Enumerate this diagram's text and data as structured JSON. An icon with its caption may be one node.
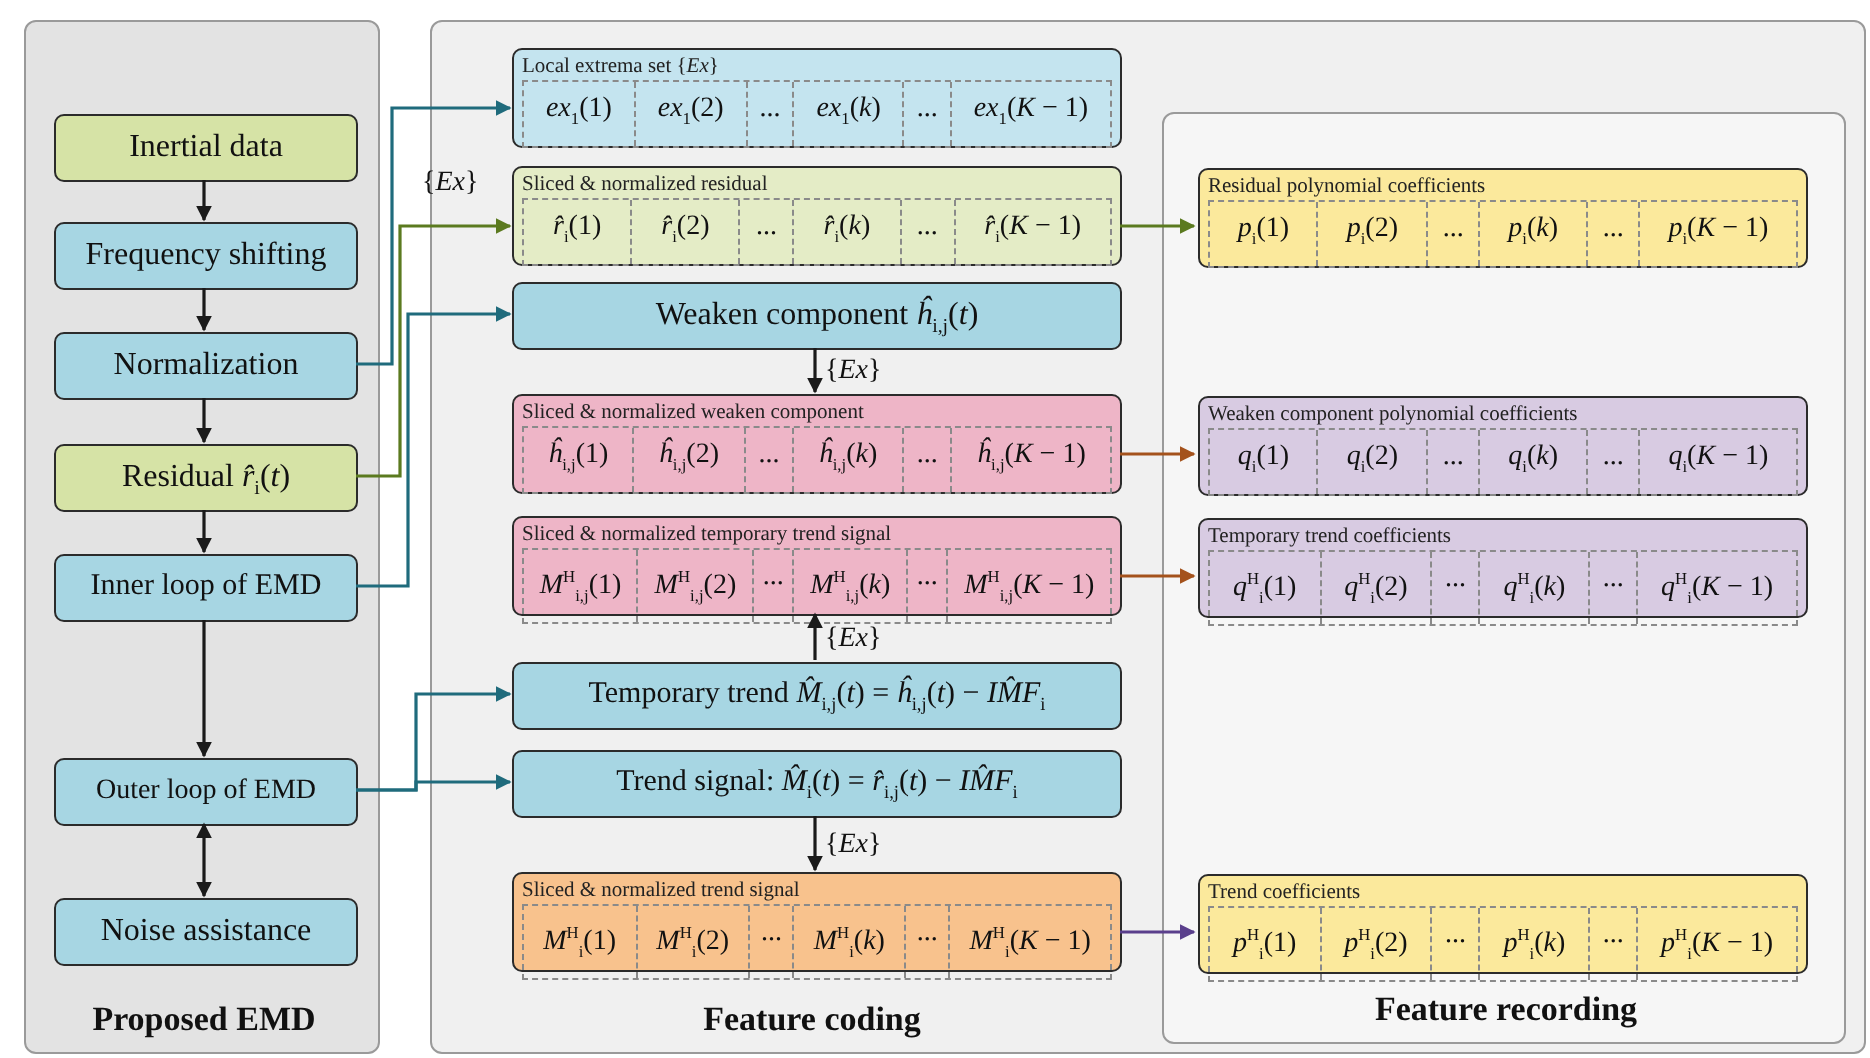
{
  "diagram": {
    "nodes": [
      {
        "text": [
          "Proposed EMD"
        ]
      },
      {
        "text": [
          "Inertial data"
        ],
        "in": 0
      },
      {
        "text": [
          "Frequency shifting"
        ],
        "in": 0
      },
      {
        "text": [
          "Normalization"
        ],
        "in": 0
      },
      {
        "text": [
          "Residual *r̂*$_{i}$(*t*)"
        ],
        "in": 0
      },
      {
        "text": [
          "Inner loop of EMD"
        ],
        "in": 0
      },
      {
        "text": [
          "Outer loop of EMD"
        ],
        "in": 0
      },
      {
        "text": [
          "Noise assistance"
        ],
        "in": 0
      },
      {
        "text": [
          "Feature coding"
        ]
      },
      {
        "text": [
          "Local extrema set {*Ex*}",
          "*ex*$_{1}$(1)",
          "*ex*$_{1}$(2)",
          "...",
          "*ex*$_{1}$(*k*)",
          "...",
          "*ex*$_{1}$(*K* − 1)"
        ],
        "in": 8
      },
      {
        "text": [
          "Sliced & normalized residual",
          "*r̂*$_{i}$(1)",
          "*r̂*$_{i}$(2)",
          "...",
          "*r̂*$_{i}$(*k*)",
          "...",
          "*r̂*$_{i}$(*K* − 1)"
        ],
        "in": 8
      },
      {
        "text": [
          "Weaken component *ĥ*$_{i,j}$(*t*)"
        ],
        "in": 8
      },
      {
        "text": [
          "Sliced & normalized weaken component",
          "*ĥ*$_{i,j}$(1)",
          "*ĥ*$_{i,j}$(2)",
          "...",
          "*ĥ*$_{i,j}$(*k*)",
          "...",
          "*ĥ*$_{i,j}$(*K* − 1)"
        ],
        "in": 8
      },
      {
        "text": [
          "Sliced & normalized temporary trend signal",
          "*M*$^{H}$$_{i,j}$(1)",
          "*M*$^{H}$$_{i,j}$(2)",
          "...",
          "*M*$^{H}$$_{i,j}$(*k*)",
          "...",
          "*M*$^{H}$$_{i,j}$(*K* − 1)"
        ],
        "in": 8
      },
      {
        "text": [
          "Temporary trend *M̂*$_{i,j}$(*t*) = *ĥ*$_{i,j}$(*t*) − *IM̂F*$_{i}$"
        ],
        "in": 8
      },
      {
        "text": [
          "Trend signal: *M̂*$_{i}$(*t*) = *r̂*$_{i,j}$(*t*) − *IM̂F*$_{i}$"
        ],
        "in": 8
      },
      {
        "text": [
          "Sliced & normalized trend signal",
          "*M*$^{H}$$_{i}$(1)",
          "*M*$^{H}$$_{i}$(2)",
          "...",
          "*M*$^{H}$$_{i}$(*k*)",
          "...",
          "*M*$^{H}$$_{i}$(*K* − 1)"
        ],
        "in": 8
      },
      {
        "text": [
          "Feature recording"
        ],
        "in": 8
      },
      {
        "text": [
          "Residual polynomial coefficients",
          "*p*$_{i}$(1)",
          "*p*$_{i}$(2)",
          "...",
          "*p*$_{i}$(*k*)",
          "...",
          "*p*$_{i}$(*K* − 1)"
        ],
        "in": 17
      },
      {
        "text": [
          "Weaken component polynomial coefficients",
          "*q*$_{i}$(1)",
          "*q*$_{i}$(2)",
          "...",
          "*q*$_{i}$(*k*)",
          "...",
          "*q*$_{i}$(*K* − 1)"
        ],
        "in": 17
      },
      {
        "text": [
          "Temporary trend coefficients",
          "*q*$^{H}$$_{i}$(1)",
          "*q*$^{H}$$_{i}$(2)",
          "...",
          "*q*$^{H}$$_{i}$(*k*)",
          "...",
          "*q*$^{H}$$_{i}$(*K* − 1)"
        ],
        "in": 17
      },
      {
        "text": [
          "Trend coefficients",
          "*p*$^{H}$$_{i}$(1)",
          "*p*$^{H}$$_{i}$(2)",
          "...",
          "*p*$^{H}$$_{i}$(*k*)",
          "...",
          "*p*$^{H}$$_{i}$(*K* − 1)"
        ],
        "in": 17
      }
    ],
    "edges": [
      {
        "from": 1,
        "to": 2,
        "arrow": "to"
      },
      {
        "from": 2,
        "to": 3,
        "arrow": "to"
      },
      {
        "from": 3,
        "to": 4,
        "arrow": "to"
      },
      {
        "from": 4,
        "to": 5,
        "arrow": "to"
      },
      {
        "from": 5,
        "to": 6,
        "arrow": "to"
      },
      {
        "from": 6,
        "to": 7,
        "arrow": "both"
      },
      {
        "from": 3,
        "to": 9,
        "arrow": "to",
        "color": "#1f6b7c"
      },
      {
        "from": 4,
        "to": 10,
        "arrow": "to",
        "color": "#5b7a1f"
      },
      {
        "from": 5,
        "to": 11,
        "arrow": "to",
        "color": "#1f6b7c"
      },
      {
        "from": 6,
        "to": 14,
        "arrow": "to",
        "color": "#1f6b7c"
      },
      {
        "from": 6,
        "to": 15,
        "arrow": "to",
        "color": "#1f6b7c"
      },
      {
        "from": 11,
        "to": 12,
        "arrow": "to",
        "label": "{*Ex*}"
      },
      {
        "from": 14,
        "to": 13,
        "arrow": "to",
        "label": "{*Ex*}"
      },
      {
        "from": 15,
        "to": 16,
        "arrow": "to",
        "label": "{*Ex*}"
      },
      {
        "from": 10,
        "to": 18,
        "arrow": "to",
        "color": "#5b7a1f"
      },
      {
        "from": 12,
        "to": 19,
        "arrow": "to",
        "color": "#a4521c"
      },
      {
        "from": 13,
        "to": 20,
        "arrow": "to",
        "color": "#a4521c"
      },
      {
        "from": 16,
        "to": 21,
        "arrow": "to",
        "color": "#5a3f8c"
      }
    ],
    "labels": [
      "{*Ex*}"
    ]
  }
}
